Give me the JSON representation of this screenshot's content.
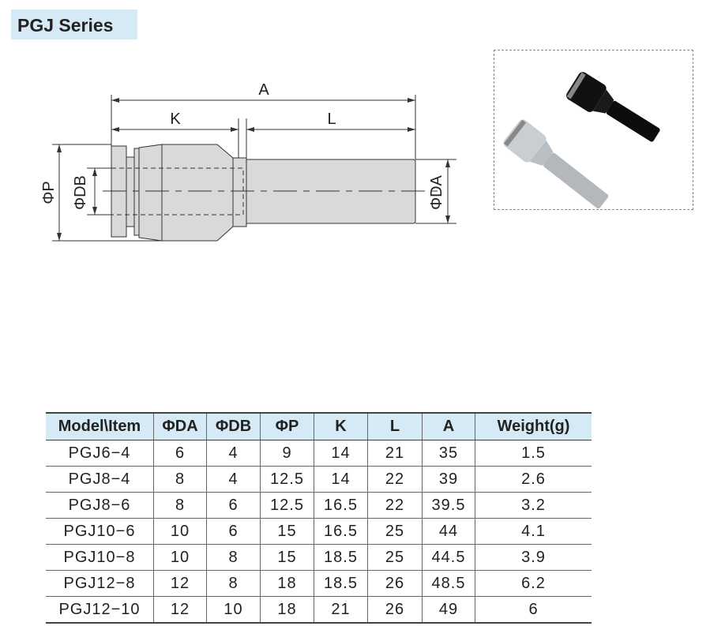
{
  "title": "PGJ Series",
  "drawing": {
    "labels": {
      "A": "A",
      "K": "K",
      "L": "L",
      "P": "ΦP",
      "DB": "ΦDB",
      "DA": "ΦDA"
    }
  },
  "table": {
    "headers": [
      "Model\\Item",
      "ΦDA",
      "ΦDB",
      "ΦP",
      "K",
      "L",
      "A",
      "Weight(g)"
    ],
    "rows": [
      [
        "PGJ6−4",
        "6",
        "4",
        "9",
        "14",
        "21",
        "35",
        "1.5"
      ],
      [
        "PGJ8−4",
        "8",
        "4",
        "12.5",
        "14",
        "22",
        "39",
        "2.6"
      ],
      [
        "PGJ8−6",
        "8",
        "6",
        "12.5",
        "16.5",
        "22",
        "39.5",
        "3.2"
      ],
      [
        "PGJ10−6",
        "10",
        "6",
        "15",
        "16.5",
        "25",
        "44",
        "4.1"
      ],
      [
        "PGJ10−8",
        "10",
        "8",
        "15",
        "18.5",
        "25",
        "44.5",
        "3.9"
      ],
      [
        "PGJ12−8",
        "12",
        "8",
        "18",
        "18.5",
        "26",
        "48.5",
        "6.2"
      ],
      [
        "PGJ12−10",
        "12",
        "10",
        "18",
        "21",
        "26",
        "49",
        "6"
      ]
    ]
  }
}
